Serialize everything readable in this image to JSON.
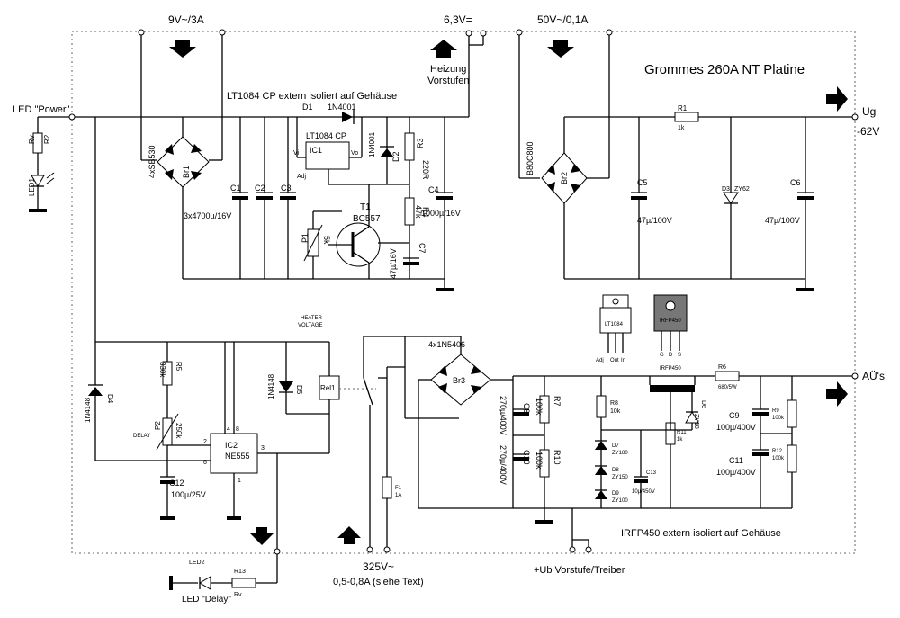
{
  "title": "Grommes 260A NT Platine",
  "inputs": {
    "ac9v": "9V~/3A",
    "dc63": "6,3V=",
    "ac50v": "50V~/0,1A",
    "heizung1": "Heizung",
    "heizung2": "Vorstufen",
    "ug": "Ug",
    "minus62": "-62V",
    "aus": "AÜ's",
    "mains1": "325V~",
    "mains2": "0,5-0,8A (siehe Text)",
    "ub": "+Ub Vorstufe/Treiber",
    "led_power": "LED \"Power\"",
    "led_delay": "LED \"Delay\""
  },
  "notes": {
    "lt1084": "LT1084 CP extern isoliert auf Gehäuse",
    "irfp450": "IRFP450 extern isoliert auf Gehäuse",
    "heater": "HEATER",
    "voltage": "VOLTAGE",
    "delay": "DELAY"
  },
  "components": {
    "r2": "R2",
    "rv1": "Rv",
    "led1": "LED1",
    "sb530": "4xSB530",
    "br1": "Br1",
    "caps1": "3x4700µ/16V",
    "c1": "C1",
    "c2": "C2",
    "c3": "C3",
    "d1": "D1",
    "d1v": "1N4001",
    "ic1": "IC1",
    "ic1v": "LT1084 CP",
    "vi": "Vi",
    "vo": "Vo",
    "adj": "Adj",
    "d2": "D2",
    "d2v": "1N4001",
    "r3": "R3",
    "r3v": "220R",
    "r4": "R4",
    "r4v": "47k",
    "c4": "C4",
    "c4v": "1000µ/16V",
    "t1": "T1",
    "t1v": "BC557",
    "p1": "P1",
    "p1v": "5k",
    "c7": "C7",
    "c7v": "47µ/16V",
    "b80": "B80C800",
    "br2": "Br2",
    "r1": "R1",
    "r1v": "1k",
    "c5": "C5",
    "c5v": "47µ/100V",
    "d3": "D3",
    "zy62": "ZY62",
    "c6": "C6",
    "c6v": "47µ/100V",
    "pkg1": "LT1084",
    "adj2": "Adj",
    "out": "Out",
    "in": "In",
    "pkg2": "IRFP450",
    "g": "G",
    "d": "D",
    "s": "S",
    "d4": "D4",
    "d4v": "1N4148",
    "r5": "R5",
    "r5v": "330k",
    "p2": "P2",
    "p2v": "250k",
    "c12": "C12",
    "c12v": "100µ/25V",
    "ic2": "IC2",
    "ic2v": "NE555",
    "d5": "D5",
    "d5v": "1N4148",
    "rel1": "Rel1",
    "br3v": "4x1N5406",
    "br3": "Br3",
    "f1": "F1",
    "f1v": "1A",
    "c8": "C8",
    "c8v": "270µ/400V",
    "c10": "C10",
    "c10v": "270µ/400V",
    "r7": "R7",
    "r7v": "100k",
    "r10": "R10",
    "r10v": "100k",
    "r8": "R8",
    "r8v": "10k",
    "d7": "D7",
    "d7v": "ZY180",
    "d8": "D8",
    "d8v": "ZY150",
    "d9": "D9",
    "d9v": "ZY100",
    "c13": "C13",
    "c13v": "10µ/450V",
    "irfp_lbl": "IRFP450",
    "r11": "R11",
    "r11v": "1k",
    "d6": "D6",
    "d6v": "ZY18",
    "r6": "R6",
    "r6v": "680/5W",
    "c9": "C9",
    "c9v": "100µ/400V",
    "c11": "C11",
    "c11v": "100µ/400V",
    "r9": "R9",
    "r9v": "100k",
    "r12": "R12",
    "r12v": "100k",
    "led2": "LED2",
    "r13": "R13",
    "rv2": "Rv",
    "pin1": "1",
    "pin2": "2",
    "pin3": "3",
    "pin4": "4",
    "pin6": "6",
    "pin8": "8"
  }
}
